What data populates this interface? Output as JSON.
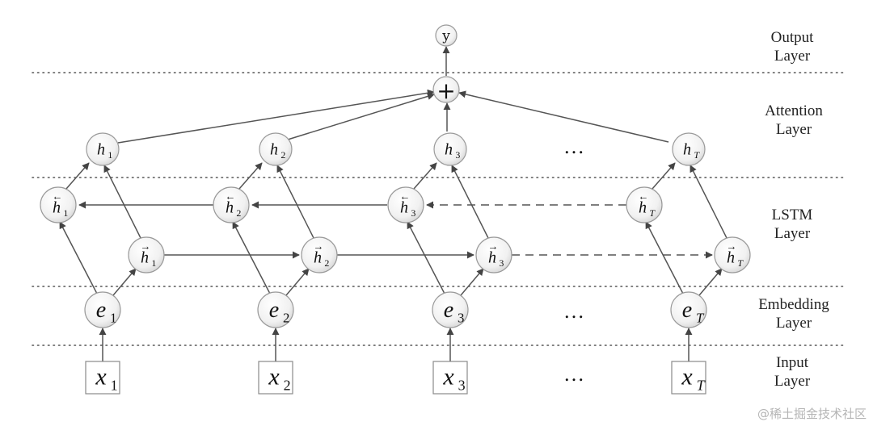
{
  "layers": [
    {
      "id": "output",
      "line1": "Output",
      "line2": "Layer"
    },
    {
      "id": "attention",
      "line1": "Attention",
      "line2": "Layer"
    },
    {
      "id": "lstm",
      "line1": "LSTM",
      "line2": "Layer"
    },
    {
      "id": "embedding",
      "line1": "Embedding",
      "line2": "Layer"
    },
    {
      "id": "input",
      "line1": "Input",
      "line2": "Layer"
    }
  ],
  "output_node": {
    "label": "y"
  },
  "sum_node": {
    "label": "+"
  },
  "columns": [
    {
      "id": "1",
      "hidden": "h",
      "hidden_sub": "1",
      "backward": "h",
      "backward_sub": "1",
      "backward_arrow": "←",
      "forward": "h",
      "forward_sub": "1",
      "forward_arrow": "→",
      "embed": "e",
      "embed_sub": "1",
      "input": "x",
      "input_sub": "1"
    },
    {
      "id": "2",
      "hidden": "h",
      "hidden_sub": "2",
      "backward": "h",
      "backward_sub": "2",
      "backward_arrow": "←",
      "forward": "h",
      "forward_sub": "2",
      "forward_arrow": "→",
      "embed": "e",
      "embed_sub": "2",
      "input": "x",
      "input_sub": "2"
    },
    {
      "id": "3",
      "hidden": "h",
      "hidden_sub": "3",
      "backward": "h",
      "backward_sub": "3",
      "backward_arrow": "←",
      "forward": "h",
      "forward_sub": "3",
      "forward_arrow": "→",
      "embed": "e",
      "embed_sub": "3",
      "input": "x",
      "input_sub": "3"
    },
    {
      "id": "T",
      "hidden": "h",
      "hidden_sub": "T",
      "backward": "h",
      "backward_sub": "T",
      "backward_arrow": "←",
      "forward": "h",
      "forward_sub": "T",
      "forward_arrow": "→",
      "embed": "e",
      "embed_sub": "T",
      "input": "x",
      "input_sub": "T"
    }
  ],
  "ellipsis": "…",
  "watermark": "@稀土掘金技术社区"
}
